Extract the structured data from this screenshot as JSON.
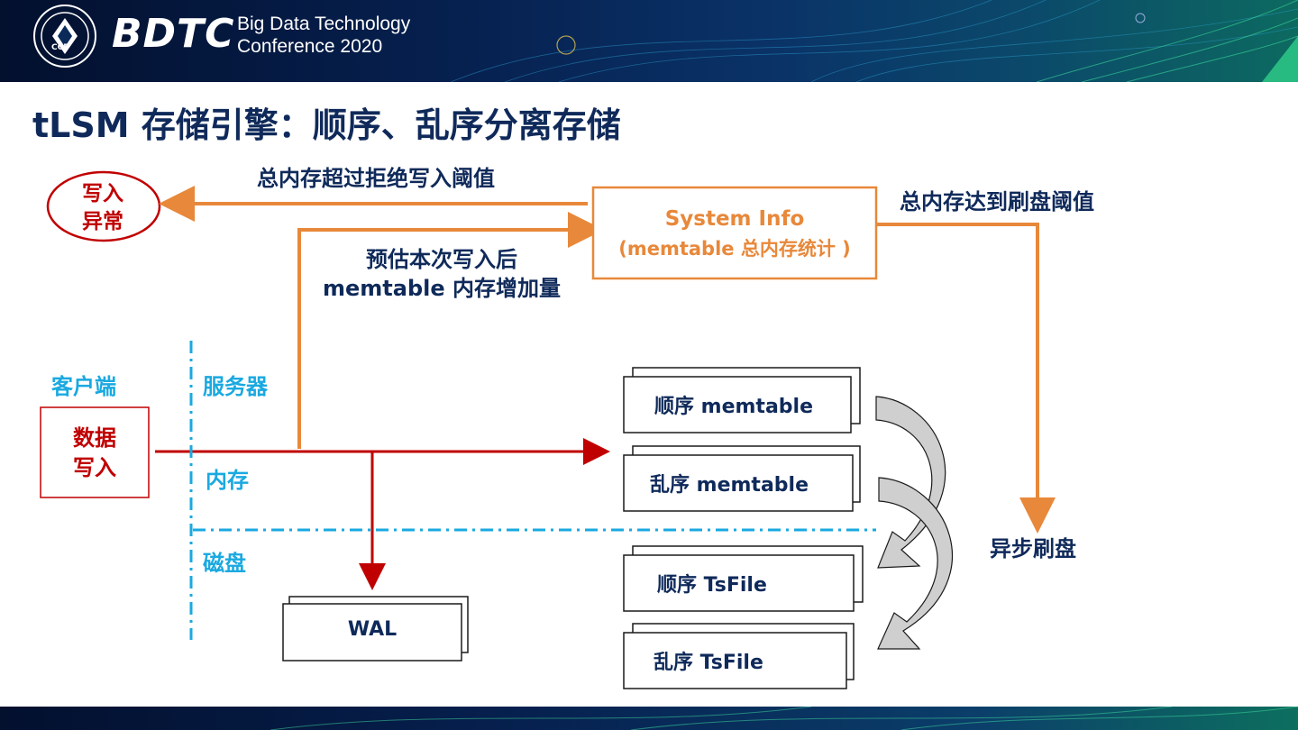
{
  "header": {
    "brand": "BDTC",
    "line1": "Big Data Technology",
    "line2": "Conference 2020",
    "logo_text": "CCF"
  },
  "title": "tLSM 存储引擎：顺序、乱序分离存储",
  "labels": {
    "reject_threshold": "总内存超过拒绝写入阈值",
    "write_error": "写入\n异常",
    "system_info_title": "System Info",
    "system_info_sub": "(memtable 总内存统计 )",
    "flush_threshold": "总内存达到刷盘阈值",
    "estimate_line1": "预估本次写入后",
    "estimate_line2": "memtable 内存增加量",
    "client": "客户端",
    "server": "服务器",
    "data_write": "数据\n写入",
    "memory": "内存",
    "disk": "磁盘",
    "seq_memtable": "顺序  memtable",
    "unseq_memtable": "乱序  memtable",
    "seq_tsfile": "顺序  TsFile",
    "unseq_tsfile": "乱序  TsFile",
    "wal": "WAL",
    "async_flush": "异步刷盘"
  },
  "colors": {
    "navy": "#0f2a5a",
    "cyan": "#1aa9e0",
    "red": "#c00000",
    "orange": "#e8883a"
  }
}
